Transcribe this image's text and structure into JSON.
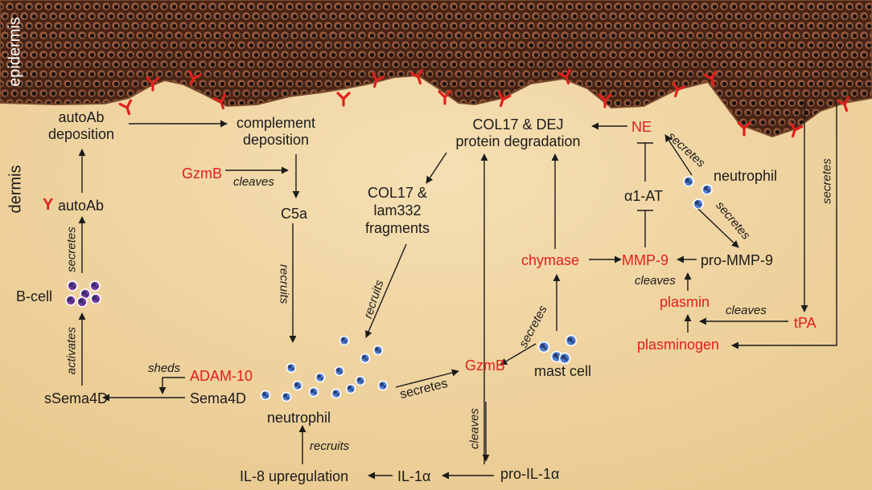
{
  "regions": {
    "epidermis": "epidermis",
    "dermis": "dermis"
  },
  "nodes": {
    "autoab_deposition": "autoAb\ndeposition",
    "complement_deposition": "complement\ndeposition",
    "col17_dej": "COL17 & DEJ\nprotein degradation",
    "ne": "NE",
    "gzmb_top": "GzmB",
    "c5a": "C5a",
    "fragments": "COL17 &\nlam332\nfragments",
    "alpha1_at": "α1-AT",
    "neutrophil_right": "neutrophil",
    "autoab": "autoAb",
    "autoab_symbol": "Y",
    "bcell": "B-cell",
    "chymase": "chymase",
    "mmp9": "MMP-9",
    "pro_mmp9": "pro-MMP-9",
    "plasmin": "plasmin",
    "tpa": "tPA",
    "plasminogen": "plasminogen",
    "adam10": "ADAM-10",
    "ssema4d": "sSema4D",
    "sema4d": "Sema4D",
    "gzmb_center": "GzmB",
    "mast_cell": "mast cell",
    "neutrophil_bottom": "neutrophil",
    "il8": "IL-8 upregulation",
    "il1a": "IL-1α",
    "pro_il1a": "pro-IL-1α"
  },
  "actions": {
    "cleaves_gzmb": "cleaves",
    "recruits_c5a": "recruits",
    "recruits_fragments": "recruits",
    "secretes_ne": "secretes",
    "secretes_mmp9": "secretes",
    "secretes_tpa": "secretes",
    "secretes_autoab": "secretes",
    "activates": "activates",
    "cleaves_mmp9": "cleaves",
    "cleaves_plasmin": "cleaves",
    "secretes_mast": "secretes",
    "sheds": "sheds",
    "secretes_gzmb": "secretes",
    "cleaves_il1": "cleaves",
    "recruits_il8": "recruits"
  },
  "colors": {
    "highlight": "#e0201b",
    "text": "#1b1b1b",
    "dermis": "#f1d6a6",
    "epidermis_cell": "#9a5a3c",
    "nucleus": "#141010",
    "cell_outline": "#3a1e12",
    "cell_blue": "#4f7fd4",
    "cell_purple": "#7a3aa0"
  }
}
